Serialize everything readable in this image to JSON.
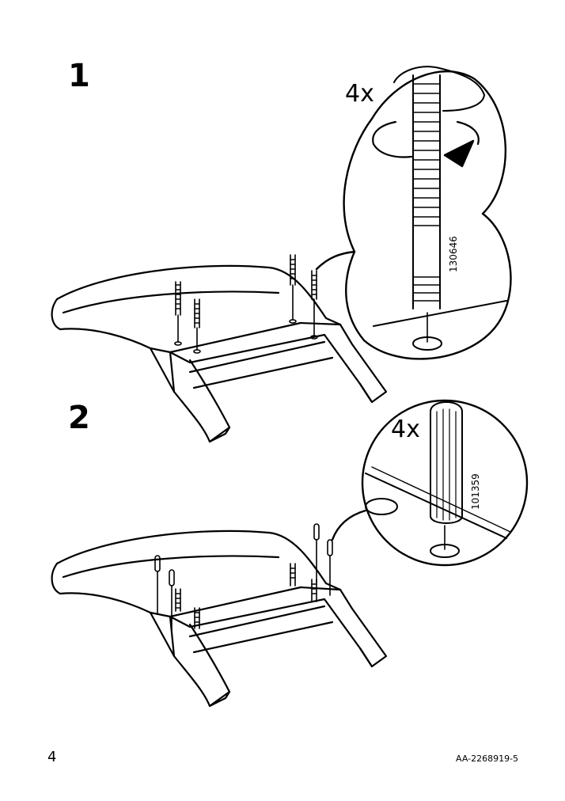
{
  "steps": [
    {
      "number": "1",
      "quantity": "4x",
      "part_number": "130646",
      "part": "threaded-dowel"
    },
    {
      "number": "2",
      "quantity": "4x",
      "part_number": "101359",
      "part": "wooden-dowel"
    }
  ],
  "footer": {
    "page_number": "4",
    "document_code": "AA-2268919-5"
  }
}
